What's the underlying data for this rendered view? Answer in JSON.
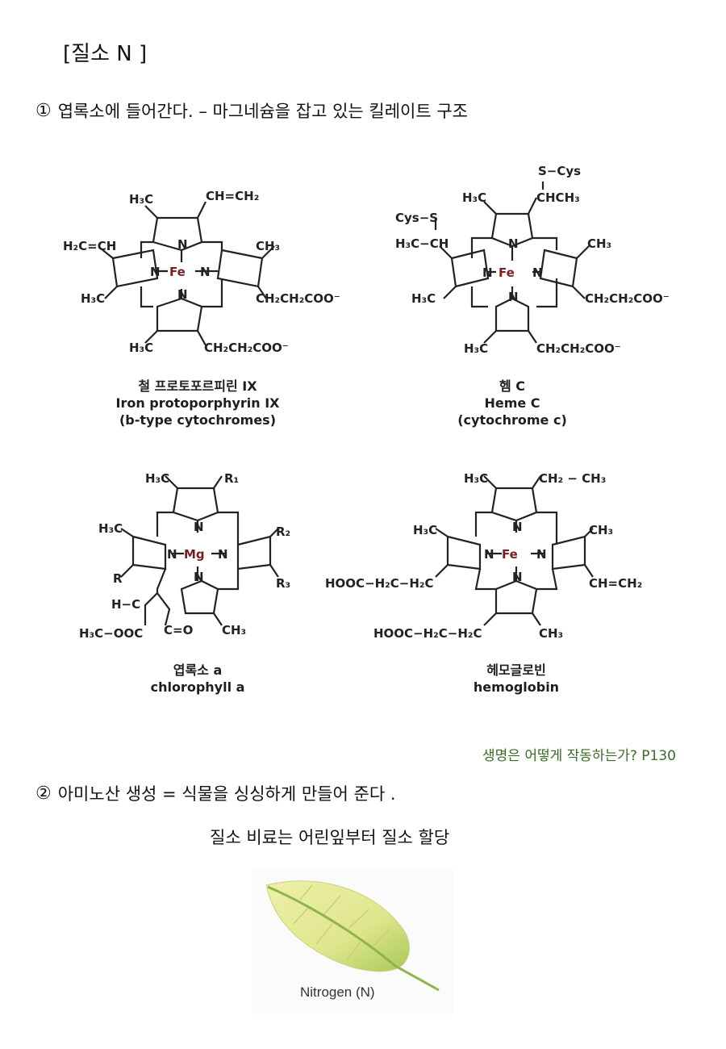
{
  "heading": "[질소 N ]",
  "section1": {
    "number": "①",
    "text": "엽록소에 들어간다. – 마그네슘을  잡고 있는 킬레이트 구조"
  },
  "structures": [
    {
      "metal": "Fe",
      "caption_ko": "철 프로토포르피린 IX",
      "caption_en": "Iron protoporphyrin IX",
      "caption_note": "(b-type cytochromes)",
      "groups": {
        "top_left": "H₃C",
        "top_right": "CH=CH₂",
        "left_upper": "H₂C=CH",
        "left_lower": "H₃C",
        "right_upper": "CH₃",
        "right_lower": "CH₂CH₂COO⁻",
        "bottom_left": "H₃C",
        "bottom_right": "CH₂CH₂COO⁻"
      }
    },
    {
      "metal": "Fe",
      "caption_ko": "헴 C",
      "caption_en": "Heme C",
      "caption_note": "(cytochrome c)",
      "groups": {
        "top_extra": "S−Cys",
        "top_left": "H₃C",
        "top_right": "CHCH₃",
        "left_extra": "Cys−S",
        "left_upper": "H₃C−CH",
        "left_lower": "H₃C",
        "right_upper": "CH₃",
        "right_lower": "CH₂CH₂COO⁻",
        "bottom_left": "H₃C",
        "bottom_right": "CH₂CH₂COO⁻"
      }
    },
    {
      "metal": "Mg",
      "caption_ko": "엽록소 a",
      "caption_en": "chlorophyll a",
      "groups": {
        "top_left": "H₃C",
        "top_right": "R₁",
        "left_upper": "H₃C",
        "left_lower": "R",
        "right_upper": "R₂",
        "right_lower": "R₃",
        "ring_h": "H−C",
        "ester": "H₃C−OOC",
        "keto": "C=O",
        "bottom_right": "CH₃"
      }
    },
    {
      "metal": "Fe",
      "caption_ko": "헤모글로빈",
      "caption_en": "hemoglobin",
      "groups": {
        "top_left": "H₃C",
        "top_right": "CH₂ − CH₃",
        "left_upper": "H₃C",
        "left_lower": "HOOC−H₂C−H₂C",
        "right_upper": "CH₃",
        "right_lower": "CH=CH₂",
        "bottom_left": "HOOC−H₂C−H₂C",
        "bottom_right": "CH₃"
      }
    }
  ],
  "source_note": "생명은 어떻게 작동하는가? P130",
  "section2": {
    "number": "②",
    "text": "아미노산 생성  =  식물을 싱싱하게 만들어 준다 ."
  },
  "section3_text": "질소 비료는 어린잎부터 질소 할당",
  "leaf_image": {
    "label": "Nitrogen (N)",
    "colors": {
      "leaf_yellow": "#e8ea9a",
      "leaf_green": "#9fc24a",
      "stem": "#7aa83a"
    }
  }
}
